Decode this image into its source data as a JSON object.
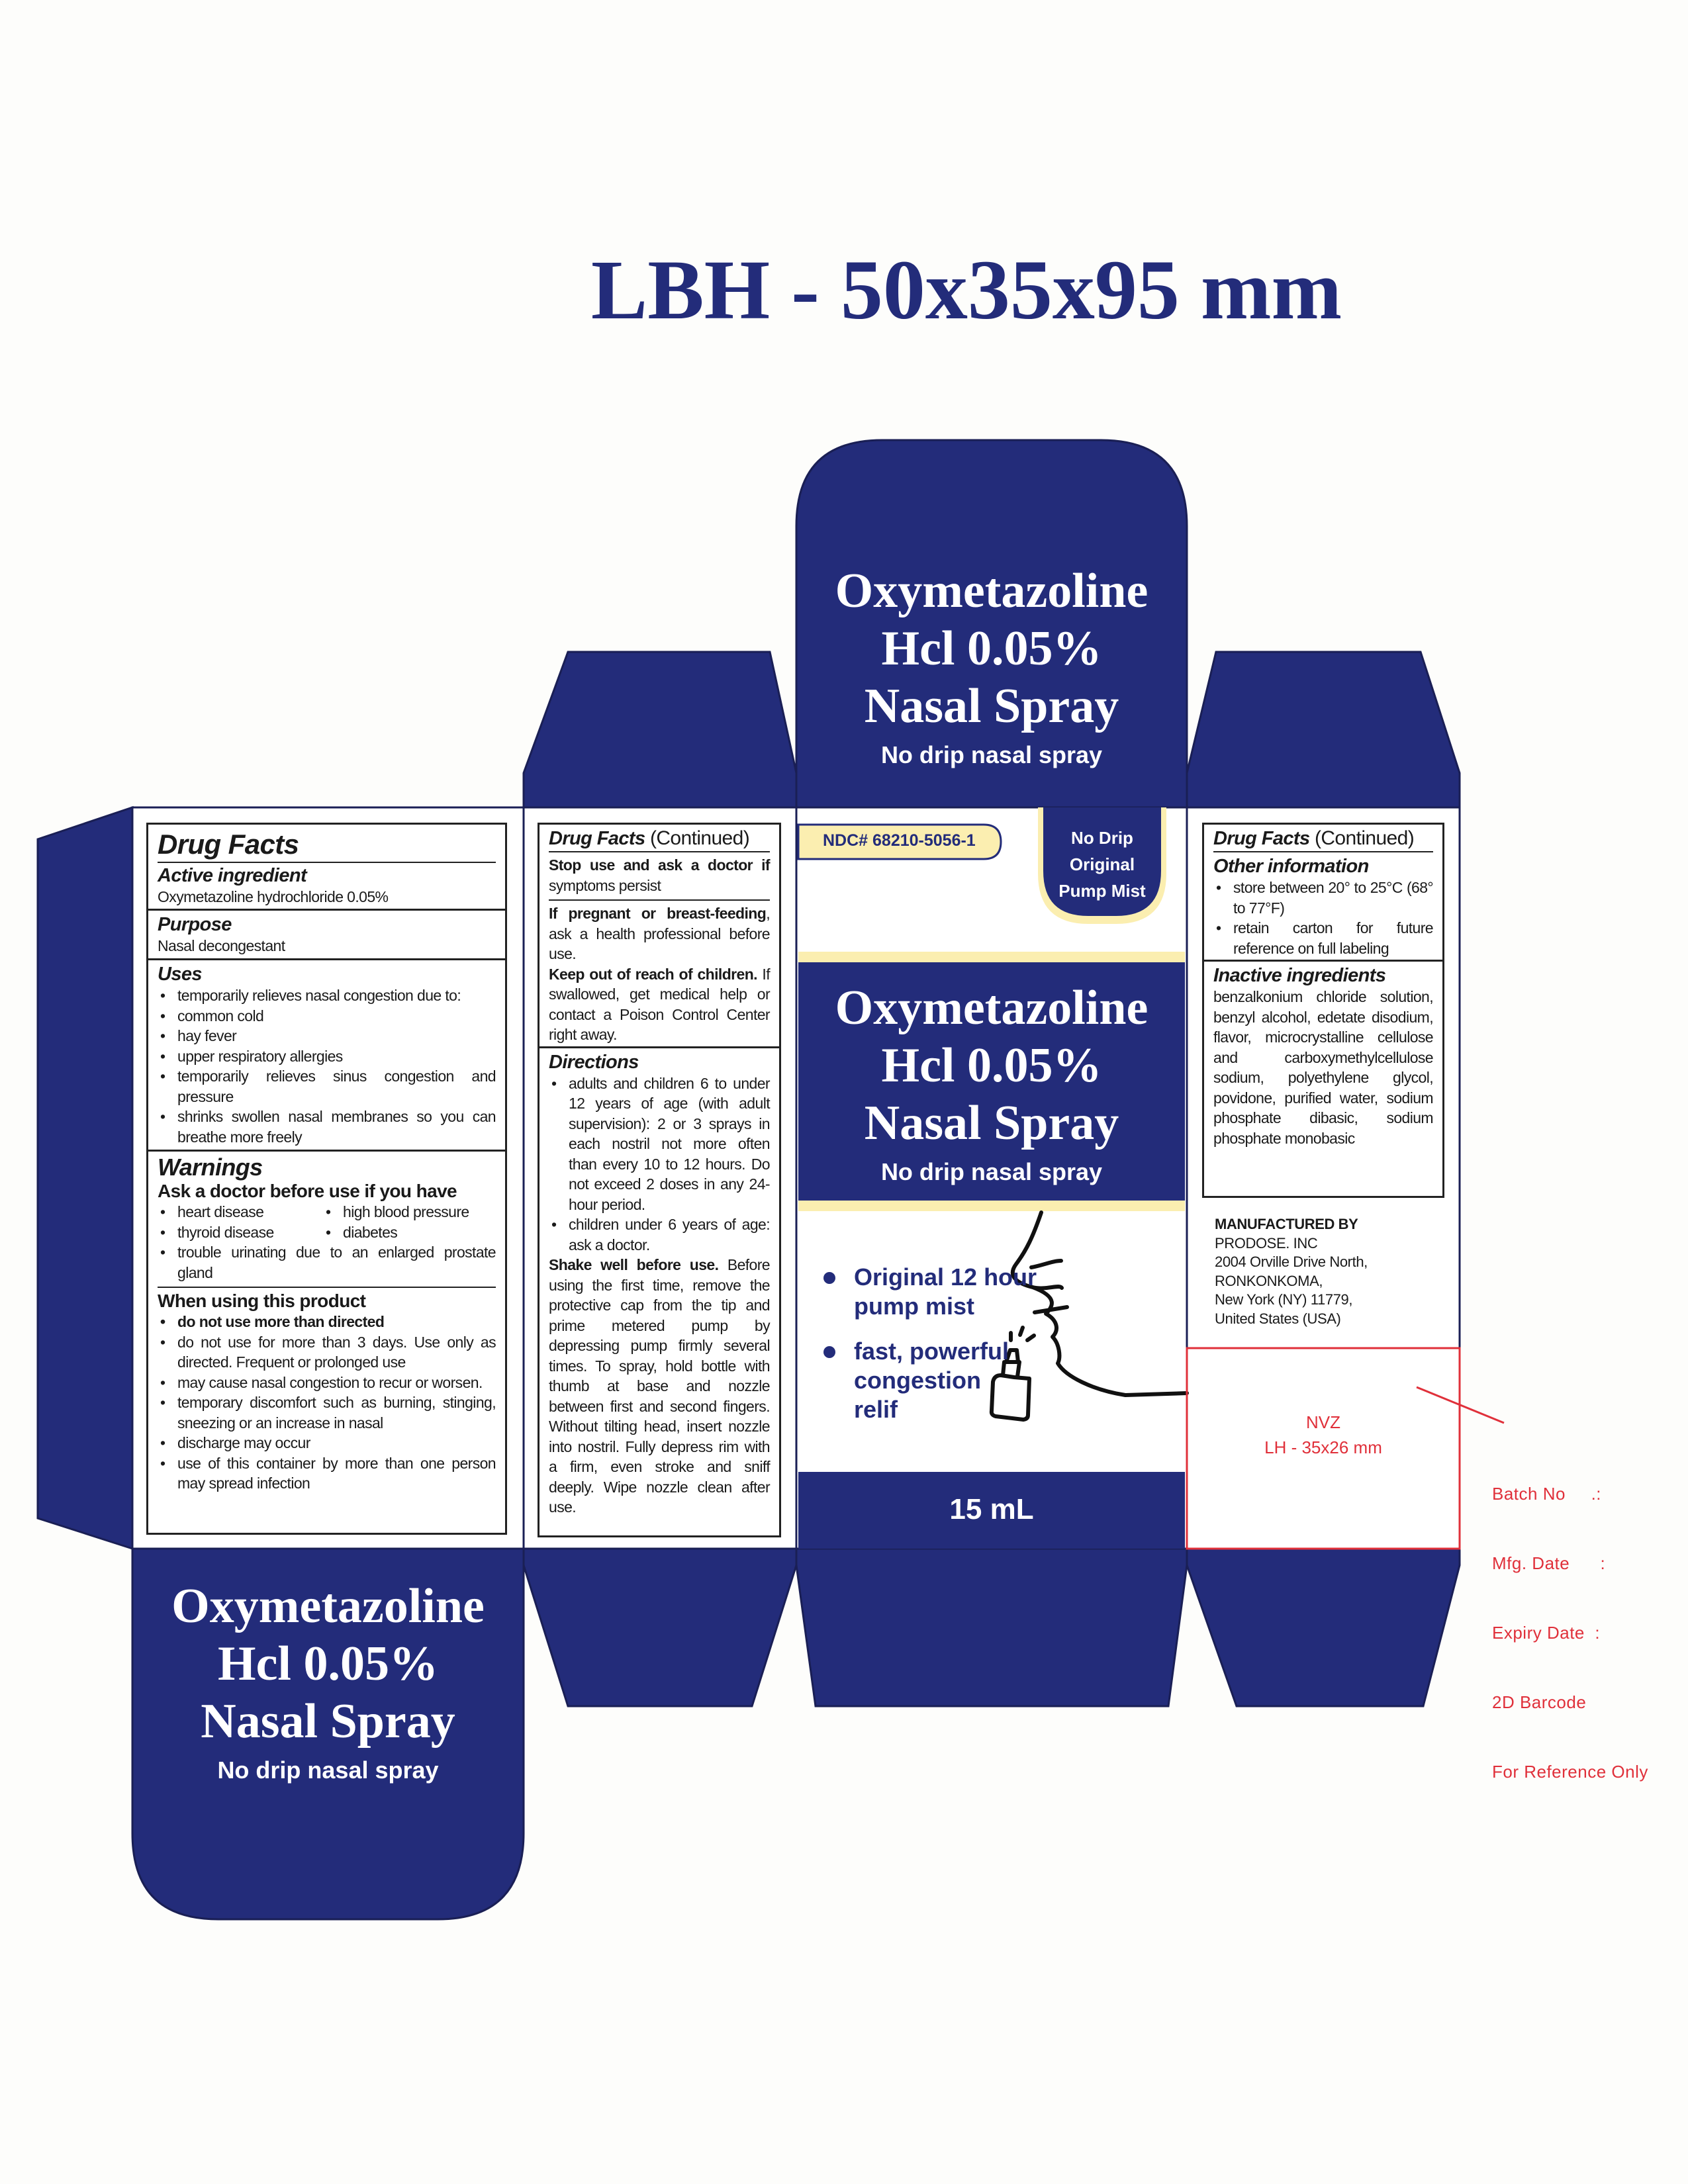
{
  "headline": "LBH - 50x35x95 mm",
  "colors": {
    "navy": "#232c7a",
    "cream": "#fbeeb0",
    "red": "#e0303a"
  },
  "brand": {
    "line1": "Oxymetazoline",
    "line2": "Hcl 0.05%",
    "line3": "Nasal Spray",
    "subtitle": "No drip nasal spray"
  },
  "front": {
    "ndc": "NDC# 68210-5056-1",
    "badge": [
      "No Drip",
      "Original",
      "Pump Mist"
    ],
    "bullets": [
      {
        "l1": "Original 12 hour",
        "l2": "pump mist"
      },
      {
        "l1": "fast, powerful",
        "l2": "congestion",
        "l3": "relif"
      }
    ],
    "volume": "15 mL",
    "illustration_icon": "face-nasal-spray-icon"
  },
  "drug_facts": {
    "title": "Drug Facts",
    "continued": "(Continued)",
    "active_heading": "Active ingredient",
    "active_text": "Oxymetazoline hydrochloride 0.05%",
    "purpose_heading": "Purpose",
    "purpose_text": "Nasal decongestant",
    "uses_heading": "Uses",
    "uses": [
      "temporarily relieves nasal congestion due to:",
      "common cold",
      "hay fever",
      "upper respiratory allergies",
      "temporarily relieves sinus congestion and pressure",
      "shrinks swollen nasal membranes so you can breathe more freely"
    ],
    "warnings_heading": "Warnings",
    "ask_doctor_heading": "Ask a doctor before use if you have",
    "ask_doctor_left": [
      "heart disease",
      "thyroid disease"
    ],
    "ask_doctor_right": [
      "high blood pressure",
      "diabetes"
    ],
    "ask_doctor_full": "trouble urinating due to an enlarged prostate gland",
    "when_using_heading": "When using this product",
    "when_using": [
      "do not use more than directed",
      "do not use for more than 3 days. Use only as directed. Frequent or prolonged use",
      "may cause nasal congestion to recur or worsen.",
      "temporary discomfort such as burning, stinging, sneezing or an increase in nasal",
      "discharge may occur",
      "use of this container by more than one person may spread infection"
    ],
    "stop_use_bold": "Stop use and ask a doctor if",
    "stop_use_text": "symptoms persist",
    "pregnant_bold": "If pregnant or breast-feeding",
    "pregnant_text": ", ask a health professional before use.",
    "keep_out_bold": "Keep out of reach of children.",
    "keep_out_text": " If swallowed, get medical help or contact a Poison Control Center right away.",
    "directions_heading": "Directions",
    "directions": [
      "adults and children 6 to under 12 years of age (with adult supervision): 2 or 3 sprays in each nostril not more often than every 10 to 12 hours. Do not exceed 2 doses in any 24-hour period.",
      "children under 6 years of age: ask a doctor."
    ],
    "shake_bold": "Shake well before use.",
    "shake_text": " Before using the first time, remove the protective cap from the tip and prime metered pump by depressing pump firmly several times. To spray, hold bottle with thumb at base and nozzle between first and second fingers. Without tilting head, insert nozzle into nostril. Fully depress rim with a firm, even stroke and sniff deeply. Wipe nozzle clean after use.",
    "other_heading": "Other information",
    "other": [
      "store between 20° to 25°C (68° to 77°F)",
      "retain carton for future reference on full labeling"
    ],
    "inactive_heading": "Inactive ingredients",
    "inactive_text": "benzalkonium chloride solution, benzyl alcohol, edetate disodium, flavor, microcrystalline cellulose and carboxymethylcellulose sodium, polyethylene glycol, povidone, purified water, sodium phosphate dibasic, sodium phosphate monobasic"
  },
  "manufacturer": {
    "heading": "MANUFACTURED BY",
    "lines": [
      "PRODOSE. INC",
      "2004 Orville Drive North,",
      "RONKONKOMA,",
      "New York (NY) 11779,",
      "United States (USA)"
    ]
  },
  "nvz": {
    "title": "NVZ",
    "size": "LH - 35x26 mm"
  },
  "annotations": [
    "Batch No     .:",
    "Mfg. Date      :",
    "Expiry Date  :",
    "2D Barcode",
    "For Reference Only"
  ]
}
